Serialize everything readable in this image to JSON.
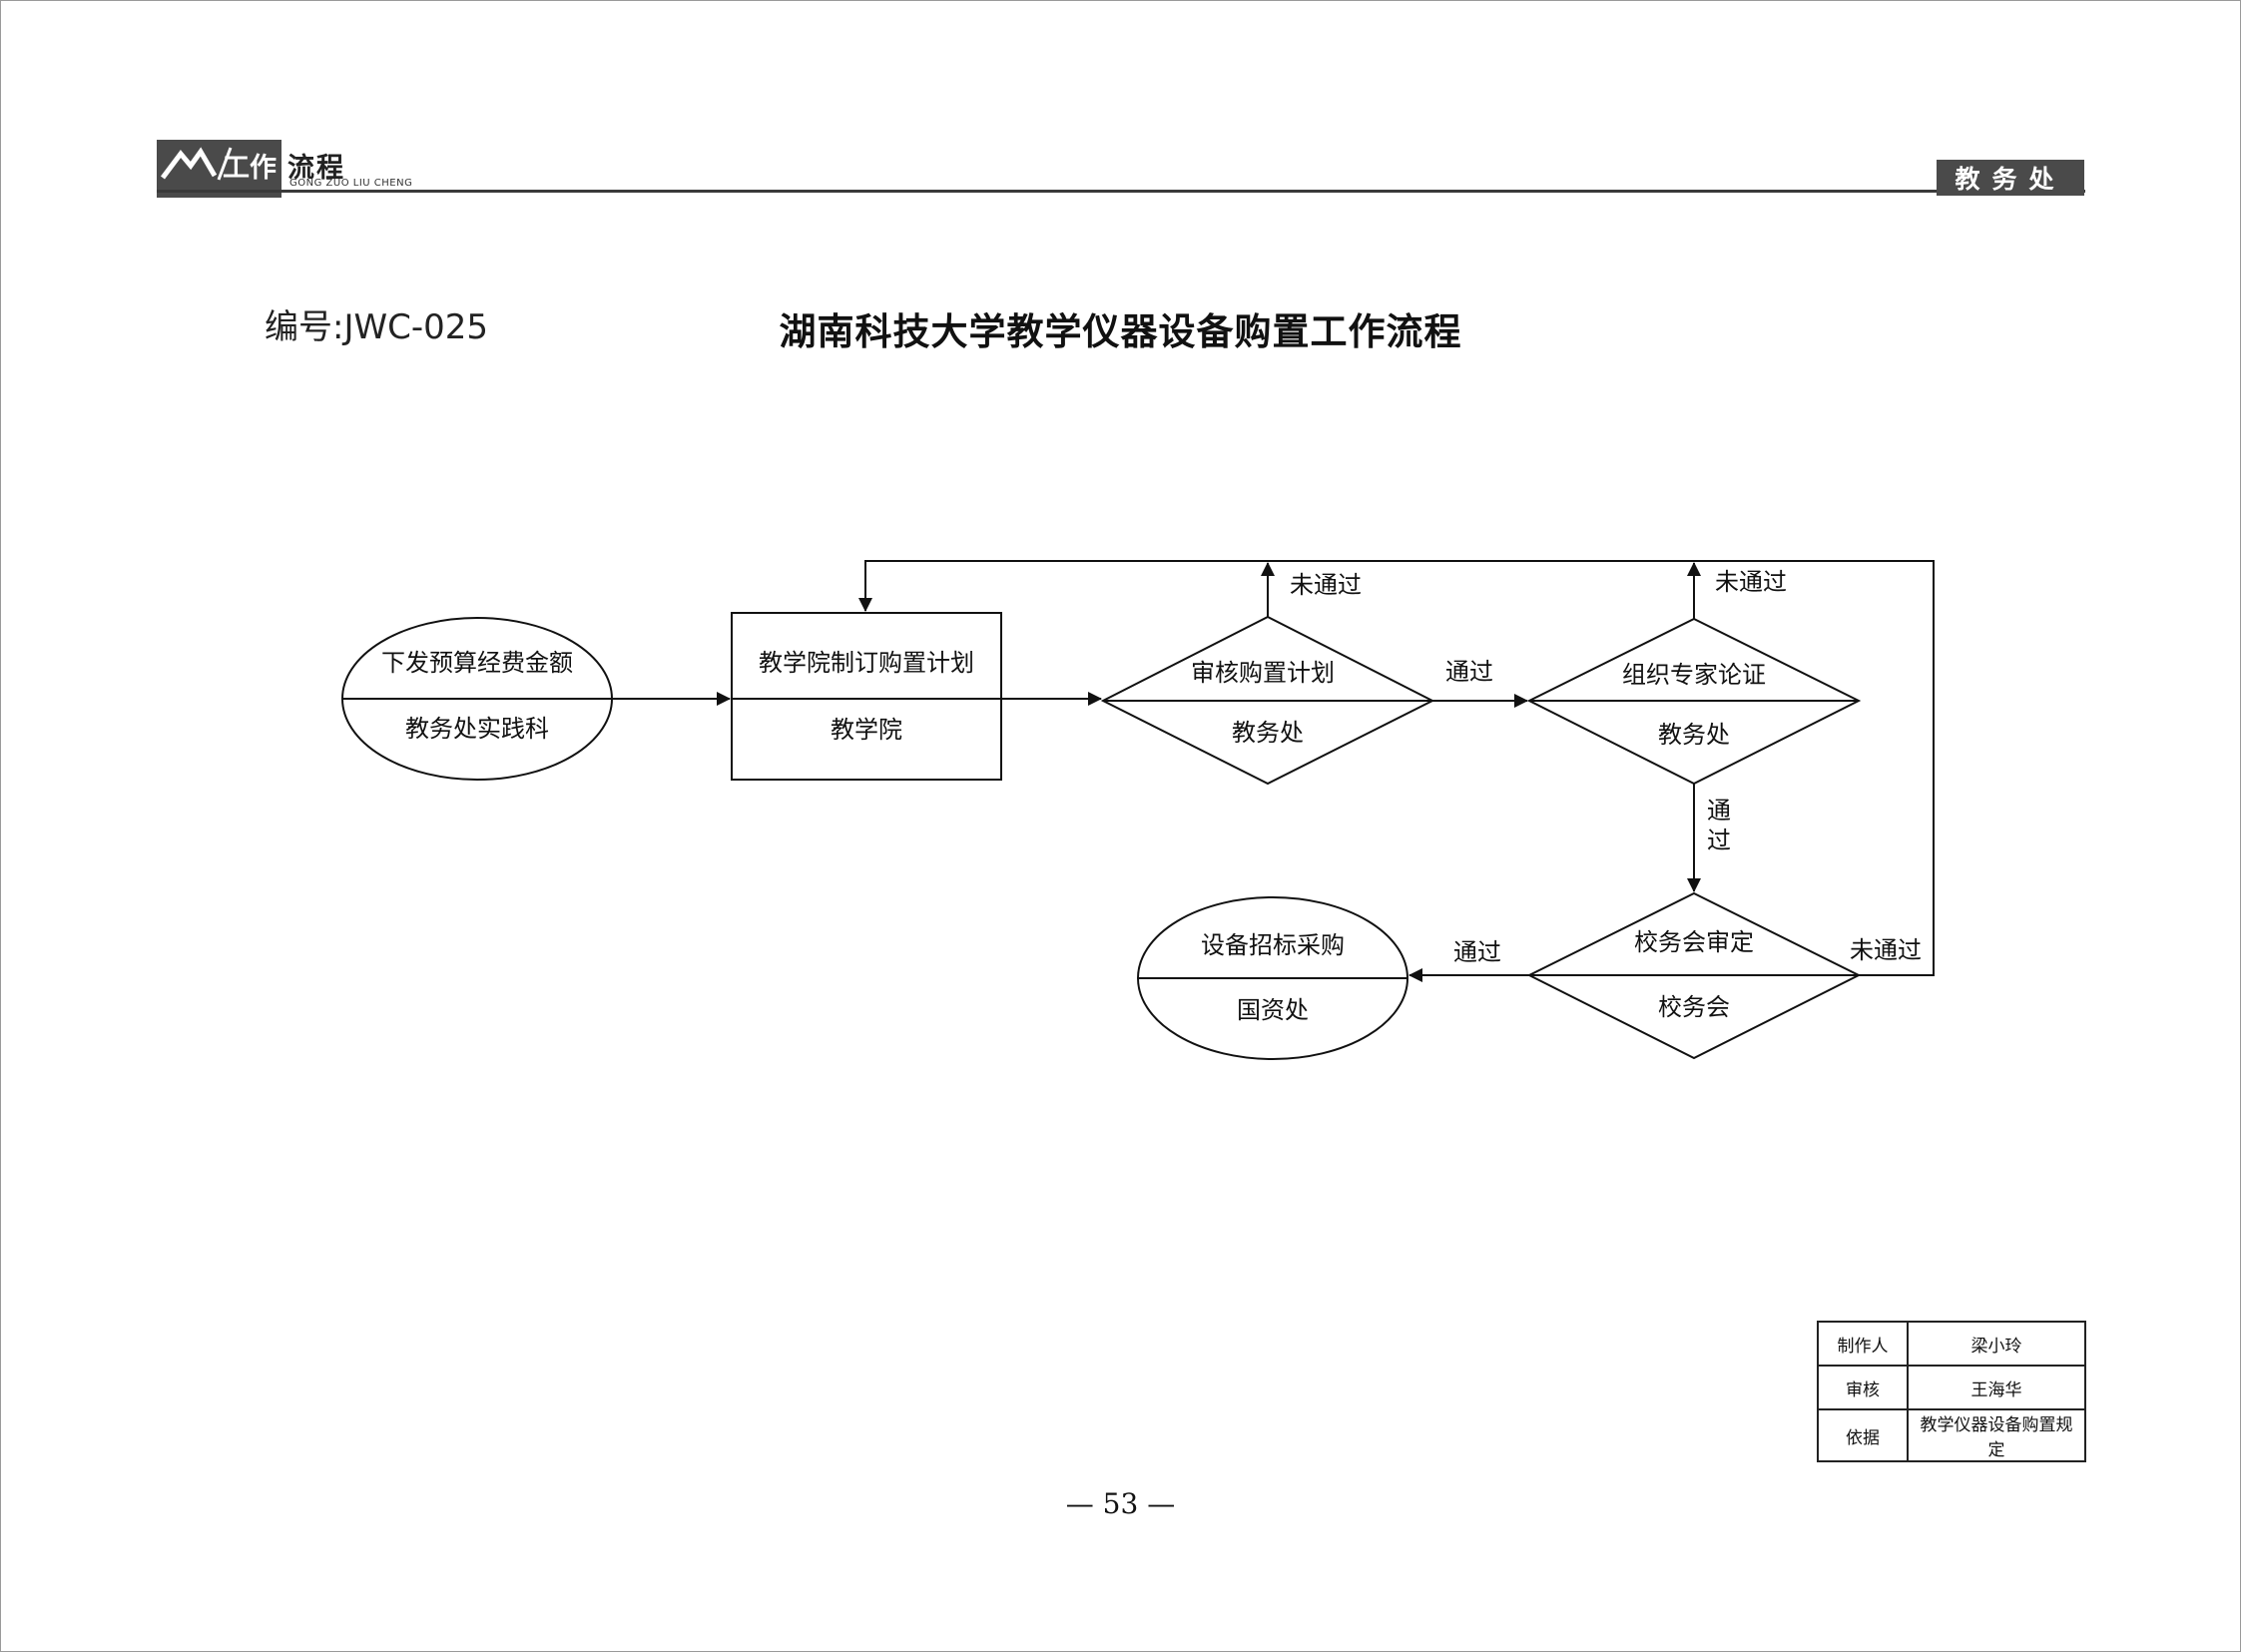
{
  "header": {
    "brand_logo_text": "工作",
    "brand_title": "流程",
    "brand_subtitle": "GONG ZUO LIU CHENG",
    "department_tab": "教务处"
  },
  "doc_code": "编号:JWC-025",
  "page_title": "湖南科技大学教学仪器设备购置工作流程",
  "flow": {
    "nodes": {
      "n1": {
        "top": "下发预算经费金额",
        "bottom": "教务处实践科"
      },
      "n2": {
        "top": "教学院制订购置计划",
        "bottom": "教学院"
      },
      "n3": {
        "top": "审核购置计划",
        "bottom": "教务处"
      },
      "n4": {
        "top": "组织专家论证",
        "bottom": "教务处"
      },
      "n5": {
        "top": "校务会审定",
        "bottom": "校务会"
      },
      "n6": {
        "top": "设备招标采购",
        "bottom": "国资处"
      }
    },
    "edge_labels": {
      "n3_fail": "未通过",
      "n3_pass": "通过",
      "n4_fail": "未通过",
      "n4_pass_1": "通",
      "n4_pass_2": "过",
      "n5_pass": "通过",
      "n5_fail": "未通过"
    }
  },
  "sign_table": {
    "rows": [
      {
        "label": "制作人",
        "value": "梁小玲"
      },
      {
        "label": "审核",
        "value": "王海华"
      },
      {
        "label": "依据",
        "value": "教学仪器设备购置规定"
      }
    ]
  },
  "page_number": "— 53 —"
}
